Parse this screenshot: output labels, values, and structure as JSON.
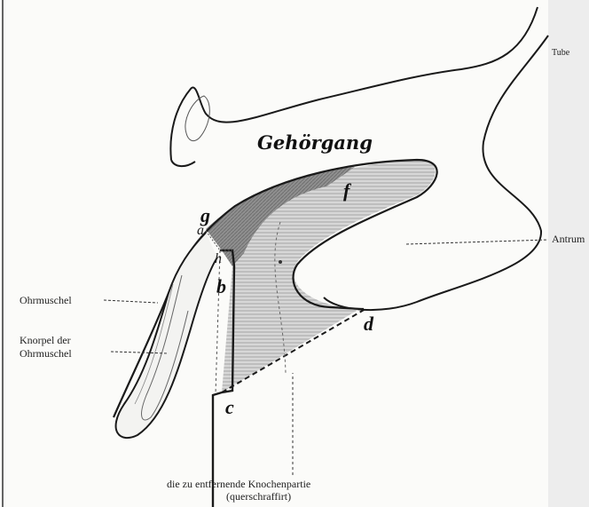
{
  "diagram": {
    "title": "Gehörgang",
    "labels": {
      "tube": "Tube",
      "antrum": "Antrum",
      "ohrmuschel": "Ohrmuschel",
      "knorpel_line1": "Knorpel der",
      "knorpel_line2": "Ohrmuschel",
      "caption_line1": "die zu entfernende Knochenpartie",
      "caption_line2": "(querschraffirt)"
    },
    "points": {
      "a": "a",
      "b": "b",
      "c": "c",
      "d": "d",
      "f": "f",
      "g": "g",
      "h": "h"
    },
    "colors": {
      "ink": "#1a1a1a",
      "dark_shade": "#8c8c8c",
      "light_shade": "#c8c8c8",
      "paper": "#fbfbf9"
    }
  }
}
